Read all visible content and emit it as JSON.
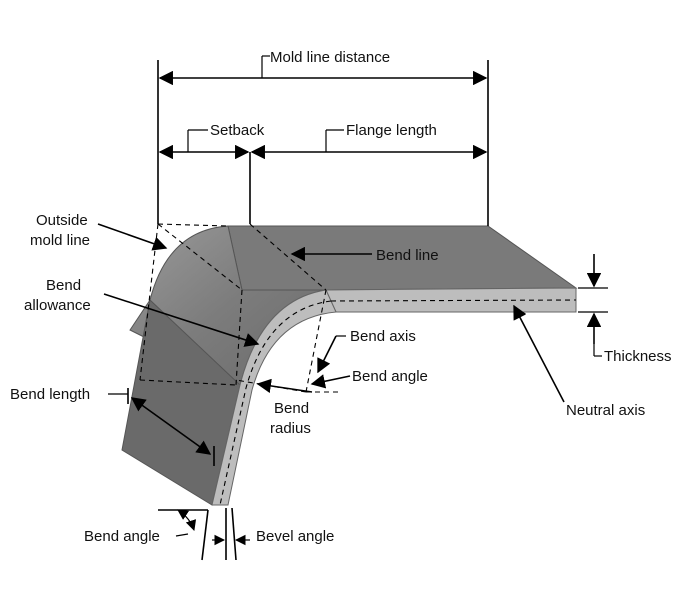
{
  "colors": {
    "top_face": "#7a7a7a",
    "front_face": "#6a6a6a",
    "bend_face": "#8a8a8a",
    "edge_strip": "#bdbdbd",
    "line": "#000000"
  },
  "labels": {
    "mold_line_distance": "Mold line distance",
    "setback": "Setback",
    "flange_length": "Flange length",
    "outside_mold_line_1": "Outside",
    "outside_mold_line_2": "mold line",
    "bend_line": "Bend line",
    "bend_allowance_1": "Bend",
    "bend_allowance_2": "allowance",
    "bend_axis": "Bend axis",
    "bend_angle_upper": "Bend angle",
    "thickness": "Thickness",
    "bend_length": "Bend length",
    "bend_radius_1": "Bend",
    "bend_radius_2": "radius",
    "neutral_axis": "Neutral axis",
    "bend_angle_lower": "Bend angle",
    "bevel_angle": "Bevel angle"
  }
}
